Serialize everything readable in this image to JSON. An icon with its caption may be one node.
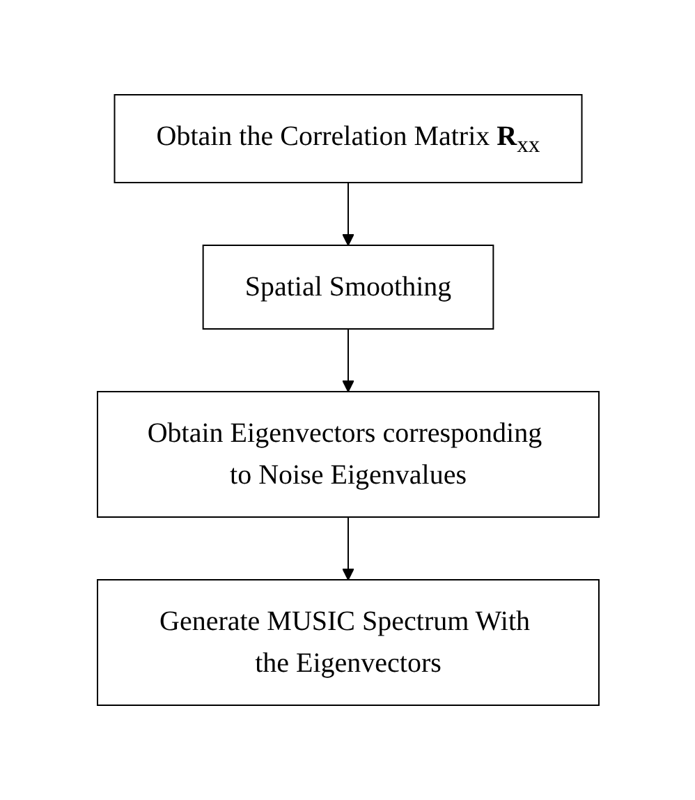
{
  "diagram": {
    "nodes": [
      {
        "text": [
          "Obtain the Correlation Matrix **R**$_{xx}$"
        ]
      },
      {
        "text": [
          "Spatial Smoothing"
        ]
      },
      {
        "text": [
          "Obtain Eigenvectors corresponding to Noise Eigenvalues"
        ]
      },
      {
        "text": [
          "Generate MUSIC Spectrum With the Eigenvectors"
        ]
      }
    ],
    "edges": [
      {
        "from": 0,
        "to": 1,
        "arrow": "to"
      },
      {
        "from": 1,
        "to": 2,
        "arrow": "to"
      },
      {
        "from": 2,
        "to": 3,
        "arrow": "to"
      }
    ]
  }
}
